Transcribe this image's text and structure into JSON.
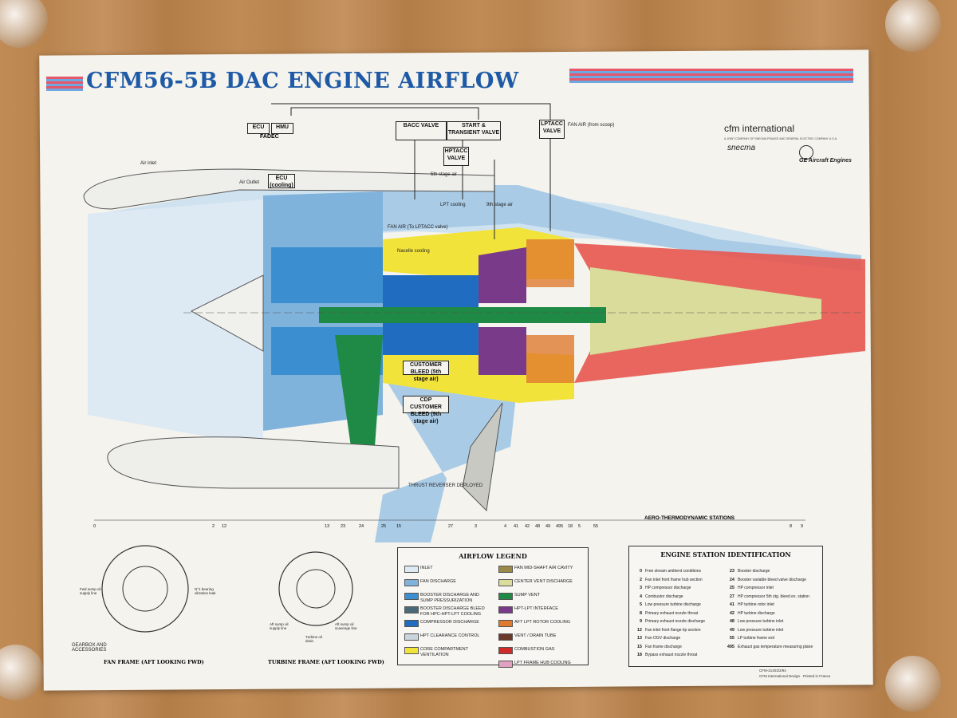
{
  "title": "CFM56-5B DAC ENGINE AIRFLOW",
  "brands": {
    "cfm": "cfm international",
    "cfm_sub": "A JOINT COMPANY OF SNECMA FRANCE AND GENERAL ELECTRIC COMPANY U.S.A.",
    "snecma": "snecma",
    "ge": "GE Aircraft Engines"
  },
  "boxes": {
    "ecu": "ECU",
    "hmu": "HMU",
    "fadec": "FADEC",
    "bacc": "BACC VALVE",
    "start": "START & TRANSIENT VALVE",
    "hptacc": "HPTACC VALVE",
    "lptacc": "LPTACC VALVE",
    "ecu_cooling": "ECU (cooling)",
    "customer_bleed": "CUSTOMER BLEED (5th stage air)",
    "cdp_bleed": "CDP CUSTOMER BLEED (9th stage air)"
  },
  "annotations": {
    "fan_air": "FAN AIR (from scoop)",
    "air_inlet": "Air inlet",
    "air_outlet": "Air Outlet",
    "lpt_cooling": "LPT cooling",
    "ninth_stage": "9th stage air",
    "fan_air_lptacc": "FAN AIR (To LPTACC valve)",
    "nacelle_cooling": "Nacelle cooling",
    "fifth_stage": "5th stage air",
    "thrust_reverser": "THRUST REVERSER DEPLOYED",
    "aero_stations": "AERO-THERMODYNAMIC STATIONS"
  },
  "stations": [
    "0",
    "2",
    "12",
    "13",
    "23",
    "24",
    "25",
    "15",
    "27",
    "3",
    "4",
    "41",
    "42",
    "48",
    "49",
    "495",
    "18",
    "5",
    "55",
    "8",
    "9"
  ],
  "frames": {
    "fan_frame": "FAN FRAME (AFT LOOKING FWD)",
    "turbine_frame": "TURBINE FRAME (AFT LOOKING FWD)",
    "gearbox": "GEARBOX AND ACCESSORIES",
    "fwd_sump_oil": "Fwd sump oil supply line",
    "no1_bearing": "N°1 bearing vibration leak",
    "aft_sump_oil": "Aft sump oil supply line",
    "aft_sump_scav": "Aft sump oil scavenge line",
    "turbine_oil": "Turbine oil drain"
  },
  "airflow_legend": {
    "title": "AIRFLOW LEGEND",
    "left": [
      {
        "label": "INLET",
        "color": "#dde9f3"
      },
      {
        "label": "FAN DISCHARGE",
        "color": "#7fb3dc"
      },
      {
        "label": "BOOSTER DISCHARGE AND SUMP PRESSURIZATION",
        "color": "#3b8fd0"
      },
      {
        "label": "BOOSTER DISCHARGE BLEED FOR HPC-HPT-LPT COOLING",
        "color": "#4a6a7a"
      },
      {
        "label": "COMPRESSOR DISCHARGE",
        "color": "#1f6cc0"
      },
      {
        "label": "HPT CLEARANCE CONTROL",
        "color": "#c9d4dc"
      },
      {
        "label": "CORE COMPARTMENT VENTILATION",
        "color": "#f2e33a"
      }
    ],
    "right": [
      {
        "label": "FAN MID-SHAFT AIR CAVITY",
        "color": "#9a8a4a"
      },
      {
        "label": "CENTER VENT DISCHARGE",
        "color": "#d9dc9a"
      },
      {
        "label": "SUMP VENT",
        "color": "#1e8a45"
      },
      {
        "label": "HPT-LPT INTERFACE",
        "color": "#7a3a8a"
      },
      {
        "label": "AFT LPT ROTOR COOLING",
        "color": "#e07a30"
      },
      {
        "label": "VENT / DRAIN TUBE",
        "color": "#6a3a2a"
      },
      {
        "label": "COMBUSTION GAS",
        "color": "#d02a2a"
      },
      {
        "label": "LPT FRAME HUB COOLING",
        "color": "#e0a0c0"
      }
    ]
  },
  "station_legend": {
    "title": "ENGINE STATION IDENTIFICATION",
    "left": [
      {
        "n": "0",
        "label": "Free stream ambient conditions"
      },
      {
        "n": "2",
        "label": "Fan inlet front frame hub section"
      },
      {
        "n": "3",
        "label": "HP compressor discharge"
      },
      {
        "n": "4",
        "label": "Combustor discharge"
      },
      {
        "n": "5",
        "label": "Low pressure turbine discharge"
      },
      {
        "n": "8",
        "label": "Primary exhaust nozzle throat"
      },
      {
        "n": "9",
        "label": "Primary exhaust nozzle discharge"
      },
      {
        "n": "12",
        "label": "Fan inlet front flange tip section"
      },
      {
        "n": "13",
        "label": "Fan OGV discharge"
      },
      {
        "n": "15",
        "label": "Fan frame discharge"
      },
      {
        "n": "18",
        "label": "Bypass exhaust nozzle throat"
      }
    ],
    "right": [
      {
        "n": "23",
        "label": "Booster discharge"
      },
      {
        "n": "24",
        "label": "Booster variable bleed valve discharge"
      },
      {
        "n": "25",
        "label": "HP compressor inlet"
      },
      {
        "n": "27",
        "label": "HP compressor 5th stg. bleed ex. station"
      },
      {
        "n": "41",
        "label": "HP turbine rotor inlet"
      },
      {
        "n": "42",
        "label": "HP turbine discharge"
      },
      {
        "n": "48",
        "label": "Low pressure turbine inlet"
      },
      {
        "n": "49",
        "label": "Low pressure turbine inlet"
      },
      {
        "n": "55",
        "label": "LP turbine frame exit"
      },
      {
        "n": "495",
        "label": "Exhaust gas temperature measuring plane"
      }
    ]
  },
  "footer": {
    "code": "CFM-21403/2/94",
    "credit": "CFM International Design · Printed in France"
  }
}
